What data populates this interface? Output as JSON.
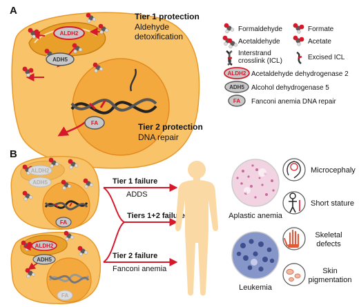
{
  "panel_a": {
    "label": "A",
    "tier1_title": "Tier 1 protection",
    "tier1_desc_line1": "Aldehyde",
    "tier1_desc_line2": "detoxification",
    "tier2_title": "Tier 2 protection",
    "tier2_desc": "DNA repair",
    "cell_labels": {
      "aldh2": "ALDH2",
      "adh5": "ADH5",
      "fa": "FA"
    }
  },
  "legend": {
    "formaldehyde": "Formaldehyde",
    "formate": "Formate",
    "acetaldehyde": "Acetaldehyde",
    "acetate": "Acetate",
    "icl_line1": "Interstrand",
    "icl_line2": "crosslink (ICL)",
    "excised_icl": "Excised ICL",
    "aldh2_badge": "ALDH2",
    "aldh2_desc": "Acetaldehyde dehydrogenase 2",
    "adh5_badge": "ADH5",
    "adh5_desc": "Alcohol dehydrogenase 5",
    "fa_badge": "FA",
    "fa_desc": "Fanconi anemia DNA repair"
  },
  "panel_b": {
    "label": "B",
    "cell1": {
      "aldh2": "ALDH2",
      "adh5": "ADH5",
      "fa": "FA"
    },
    "cell2": {
      "aldh2": "ALDH2",
      "adh5": "ADH5",
      "fa": "FA"
    },
    "tier1_failure": "Tier 1 failure",
    "adds": "ADDS",
    "tiers12_failure": "Tiers 1+2 failure",
    "tier2_failure": "Tier 2 failure",
    "fanconi": "Fanconi anemia",
    "aplastic": "Aplastic anemia",
    "leukemia": "Leukemia",
    "microcephaly": "Microcephaly",
    "short_stature": "Short stature",
    "skeletal_line1": "Skeletal",
    "skeletal_line2": "defects",
    "skin_line1": "Skin",
    "skin_line2": "pigmentation"
  },
  "colors": {
    "cell_fill": "#f9c36a",
    "nucleus_fill": "#f4a93f",
    "mito": "#e8a02a",
    "arrow_red": "#d7182a",
    "badge_fill": "#c8c8c8",
    "aldehyde_red": "#d7182a",
    "body_fill": "#fbd9a5",
    "bone_marrow_pink": "#e9b8cf",
    "leukemia_blue": "#5b6ca6"
  }
}
